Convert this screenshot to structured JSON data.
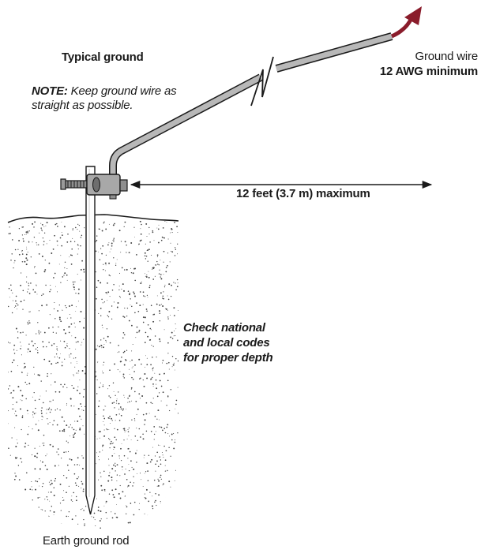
{
  "title": "Typical ground",
  "note": {
    "label": "NOTE:",
    "line1": "Keep ground wire as",
    "line2": "straight as possible."
  },
  "ground_wire": {
    "name": "Ground wire",
    "spec": "12 AWG minimum"
  },
  "distance_label": "12 feet (3.7 m) maximum",
  "codes_note": {
    "line1": "Check national",
    "line2": "and local codes",
    "line3": "for proper depth"
  },
  "rod_label": "Earth ground rod",
  "colors": {
    "wire_fill": "#b8b8b8",
    "outline": "#1a1a1a",
    "arrow": "#8a1c2b",
    "soil_dots": "#444444"
  }
}
